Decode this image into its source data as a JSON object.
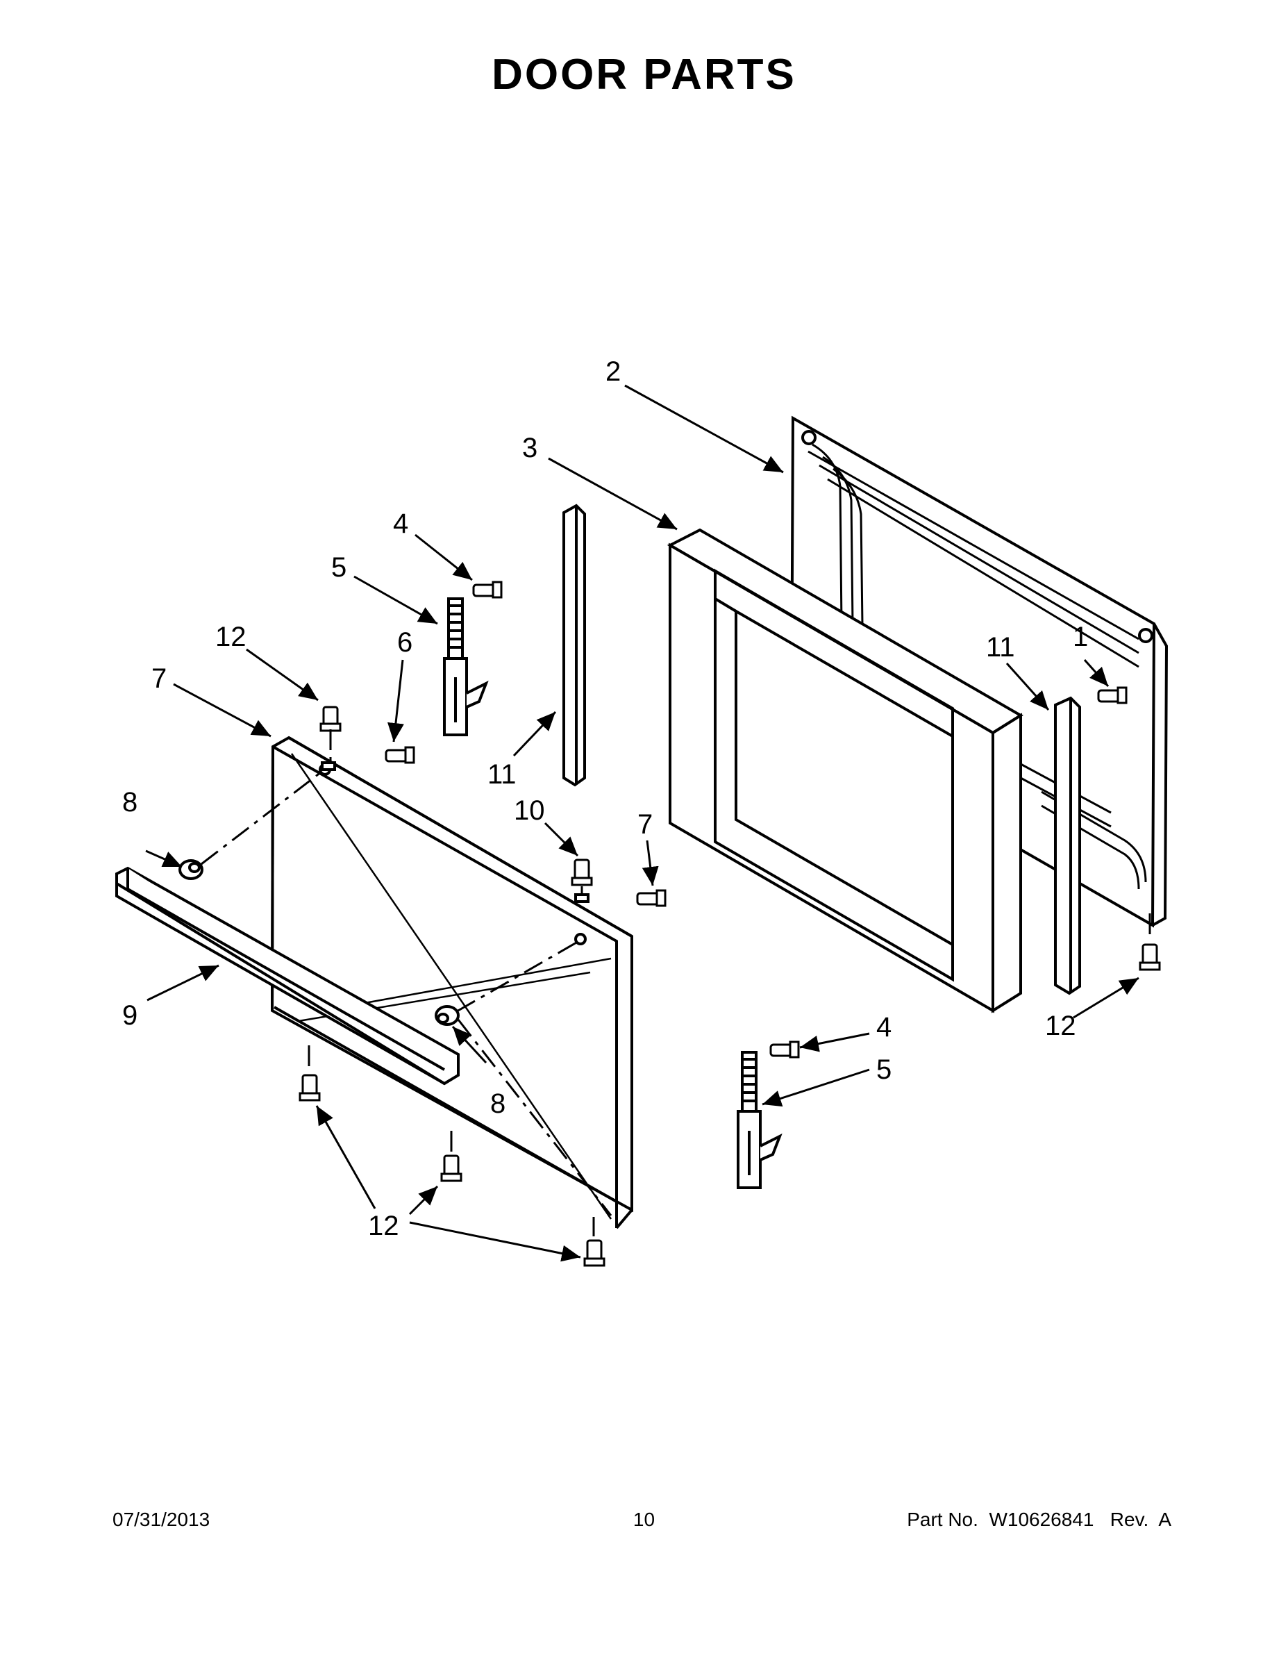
{
  "header": {
    "title": "DOOR PARTS"
  },
  "footer": {
    "date": "07/31/2013",
    "page_number": "10",
    "part_number": "Part No.  W10626841   Rev.  A"
  },
  "callouts": {
    "c1": "1",
    "c2": "2",
    "c3": "3",
    "c4a": "4",
    "c4b": "4",
    "c5a": "5",
    "c5b": "5",
    "c6": "6",
    "c7a": "7",
    "c7b": "7",
    "c8a": "8",
    "c8b": "8",
    "c9": "9",
    "c10": "10",
    "c11a": "11",
    "c11b": "11",
    "c12a": "12",
    "c12b": "12",
    "c12c": "12"
  }
}
